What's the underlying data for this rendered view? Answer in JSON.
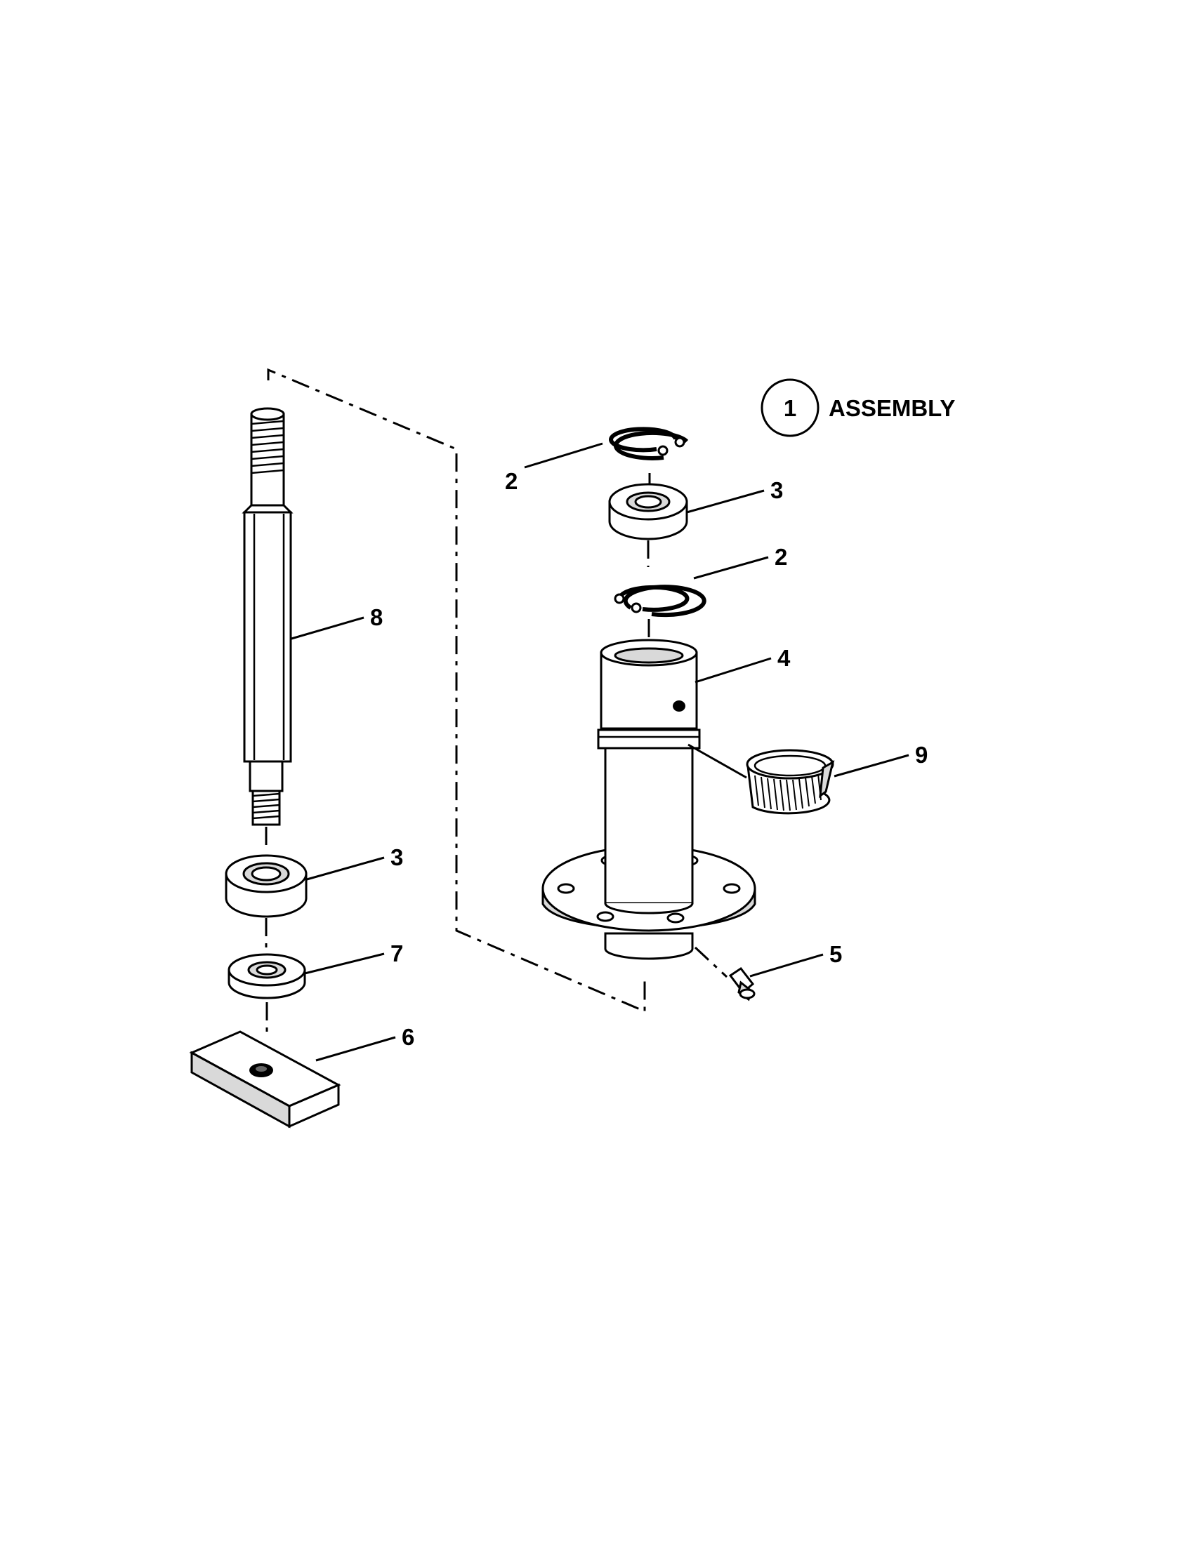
{
  "legend": {
    "number": "1",
    "text": "ASSEMBLY"
  },
  "callouts": [
    {
      "id": "8",
      "label": "8"
    },
    {
      "id": "3a",
      "label": "3"
    },
    {
      "id": "7",
      "label": "7"
    },
    {
      "id": "6",
      "label": "6"
    },
    {
      "id": "2a",
      "label": "2"
    },
    {
      "id": "3b",
      "label": "3"
    },
    {
      "id": "2b",
      "label": "2"
    },
    {
      "id": "4",
      "label": "4"
    },
    {
      "id": "9",
      "label": "9"
    },
    {
      "id": "5",
      "label": "5"
    }
  ]
}
